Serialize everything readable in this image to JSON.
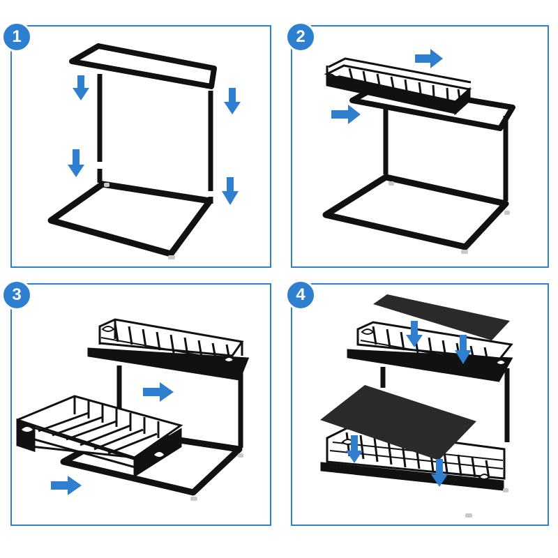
{
  "steps": [
    {
      "number": "1"
    },
    {
      "number": "2"
    },
    {
      "number": "3"
    },
    {
      "number": "4"
    }
  ],
  "colors": {
    "accent": "#2f7fd0",
    "arrow": "#2f7fd0",
    "frame": "#111111",
    "mat": "#2a2a2a",
    "foot": "#c8c8c8"
  },
  "icons": {
    "step_badge": "numbered-circle-icon",
    "direction": "arrow-icon"
  }
}
